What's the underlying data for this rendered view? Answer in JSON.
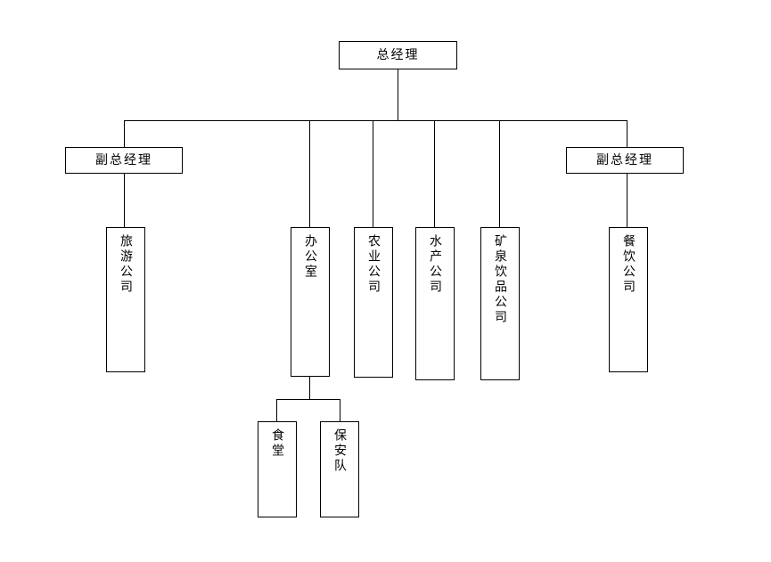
{
  "diagram": {
    "type": "org-chart",
    "title_text": "",
    "orientation": "top-down",
    "colors": {
      "background": "#ffffff",
      "box_border": "#000000",
      "box_fill": "#ffffff",
      "connector": "#000000",
      "text": "#000000"
    },
    "nodes": {
      "general_manager": {
        "label": "总经理",
        "level": 1,
        "text_direction": "horizontal"
      },
      "deputy_left": {
        "label": "副总经理",
        "level": 2,
        "text_direction": "horizontal"
      },
      "deputy_right": {
        "label": "副总经理",
        "level": 2,
        "text_direction": "horizontal"
      },
      "tourism_company": {
        "label": "旅游公司",
        "level": 3,
        "text_direction": "vertical"
      },
      "office": {
        "label": "办公室",
        "level": 3,
        "text_direction": "vertical"
      },
      "agriculture_company": {
        "label": "农业公司",
        "level": 3,
        "text_direction": "vertical"
      },
      "aquatic_company": {
        "label": "水产公司",
        "level": 3,
        "text_direction": "vertical"
      },
      "mineral_water_company": {
        "label": "矿泉饮品公司",
        "level": 3,
        "text_direction": "vertical"
      },
      "catering_company": {
        "label": "餐饮公司",
        "level": 3,
        "text_direction": "vertical"
      },
      "canteen": {
        "label": "食堂",
        "level": 4,
        "text_direction": "vertical"
      },
      "security_team": {
        "label": "保安队",
        "level": 4,
        "text_direction": "vertical"
      }
    }
  }
}
